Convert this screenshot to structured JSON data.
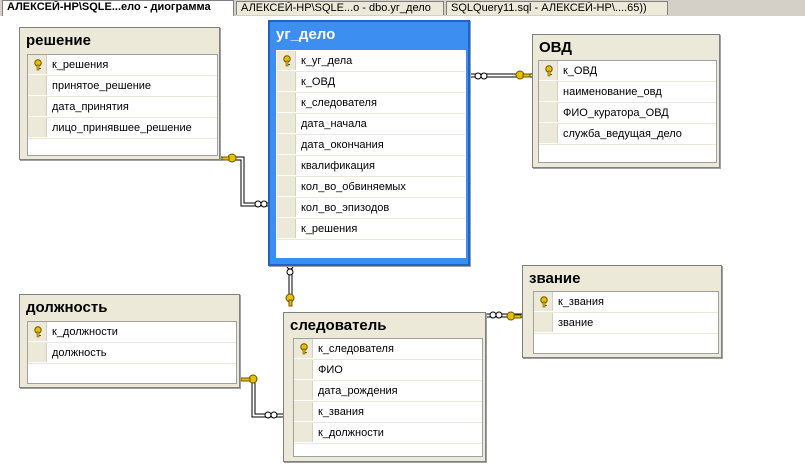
{
  "tabs": [
    {
      "label": "АЛЕКСЕЙ-HP\\SQLE...ело - диограмма",
      "active": true
    },
    {
      "label": "АЛЕКСЕЙ-HP\\SQLE...о - dbo.уг_дело",
      "active": false
    },
    {
      "label": "SQLQuery11.sql - АЛЕКСЕЙ-HP\\....65))",
      "active": false
    }
  ],
  "tables": {
    "reshenie": {
      "title": "решение",
      "columns": [
        "к_решения",
        "принятое_решение",
        "дата_принятия",
        "лицо_принявшее_решение"
      ]
    },
    "ug_delo": {
      "title": "уг_дело",
      "columns": [
        "к_уг_дела",
        "к_ОВД",
        "к_следователя",
        "дата_начала",
        "дата_окончания",
        "квалификация",
        "кол_во_обвиняемых",
        "кол_во_эпизодов",
        "к_решения"
      ]
    },
    "ovd": {
      "title": "ОВД",
      "columns": [
        "к_ОВД",
        "наименование_овд",
        "ФИО_куратора_ОВД",
        "служба_ведущая_дело"
      ]
    },
    "zvanie": {
      "title": "звание",
      "columns": [
        "к_звания",
        "звание"
      ]
    },
    "dolzhnost": {
      "title": "должность",
      "columns": [
        "к_должности",
        "должность"
      ]
    },
    "sledovatel": {
      "title": "следователь",
      "columns": [
        "к_следователя",
        "ФИО",
        "дата_рождения",
        "к_звания",
        "к_должности"
      ]
    }
  },
  "colors": {
    "selected_table": "#3c8ef0",
    "table_bg": "#ece9d8",
    "key_icon": "#e8c000"
  },
  "icons": [
    "primary-key-icon",
    "relationship-infinity-icon",
    "relationship-key-icon"
  ]
}
